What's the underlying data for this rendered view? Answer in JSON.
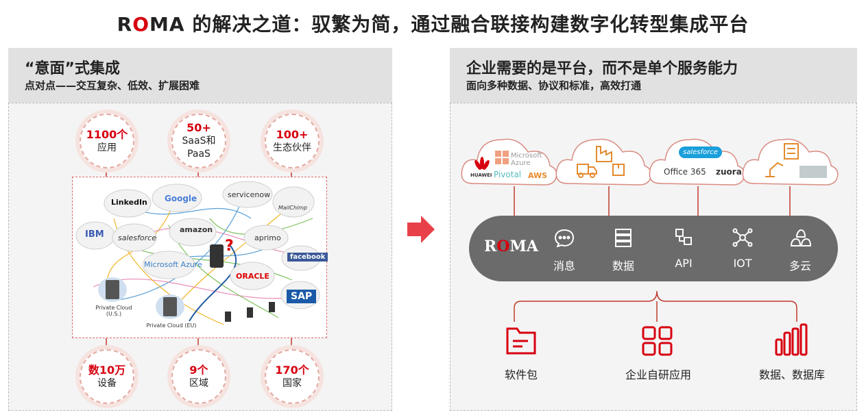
{
  "title": {
    "prefix_r": "R",
    "prefix_o": "O",
    "prefix_ma": "MA",
    "rest": " 的解决之道：驭繁为简，通过融合联接构建数字化转型集成平台"
  },
  "left": {
    "heading": "“意面”式集成",
    "subheading": "点对点——交互复杂、低效、扩展困难",
    "top_bubbles": [
      {
        "value": "1100个",
        "text": "应用"
      },
      {
        "value": "50+",
        "text": "SaaS和PaaS"
      },
      {
        "value": "100+",
        "text": "生态伙伴"
      }
    ],
    "bottom_bubbles": [
      {
        "value": "数10万",
        "text": "设备"
      },
      {
        "value": "9个",
        "text": "区域"
      },
      {
        "value": "170个",
        "text": "国家"
      }
    ],
    "diagram": {
      "services": [
        "LinkedIn",
        "Google",
        "servicenow",
        "MailChimp",
        "IBM",
        "salesforce",
        "amazon",
        "aprimo",
        "facebook",
        "Microsoft Azure",
        "ORACLE",
        "SAP"
      ],
      "private_cloud_us": "Private Cloud (U.S.)",
      "private_cloud_eu": "Private Cloud (EU)",
      "question": "?"
    }
  },
  "right": {
    "heading": "企业需要的是平台，而不是单个服务能力",
    "subheading": "面向多种数据、协议和标准，高效打通",
    "clouds": [
      {
        "items": [
          "HUAWEI",
          "Microsoft Azure",
          "Pivotal",
          "AWS"
        ]
      },
      {
        "items": []
      },
      {
        "items": [
          "salesforce",
          "Office 365",
          "zuora"
        ]
      },
      {
        "items": []
      }
    ],
    "roma": {
      "r": "R",
      "o": "O",
      "ma": "MA"
    },
    "bar_items": [
      "消息",
      "数据",
      "API",
      "IOT",
      "多云"
    ],
    "bottom": [
      "软件包",
      "企业自研应用",
      "数据、数据库"
    ]
  },
  "colors": {
    "accent": "#d7000f",
    "bar": "#6b6b6b",
    "bubble_ring": "#f6e3df"
  }
}
